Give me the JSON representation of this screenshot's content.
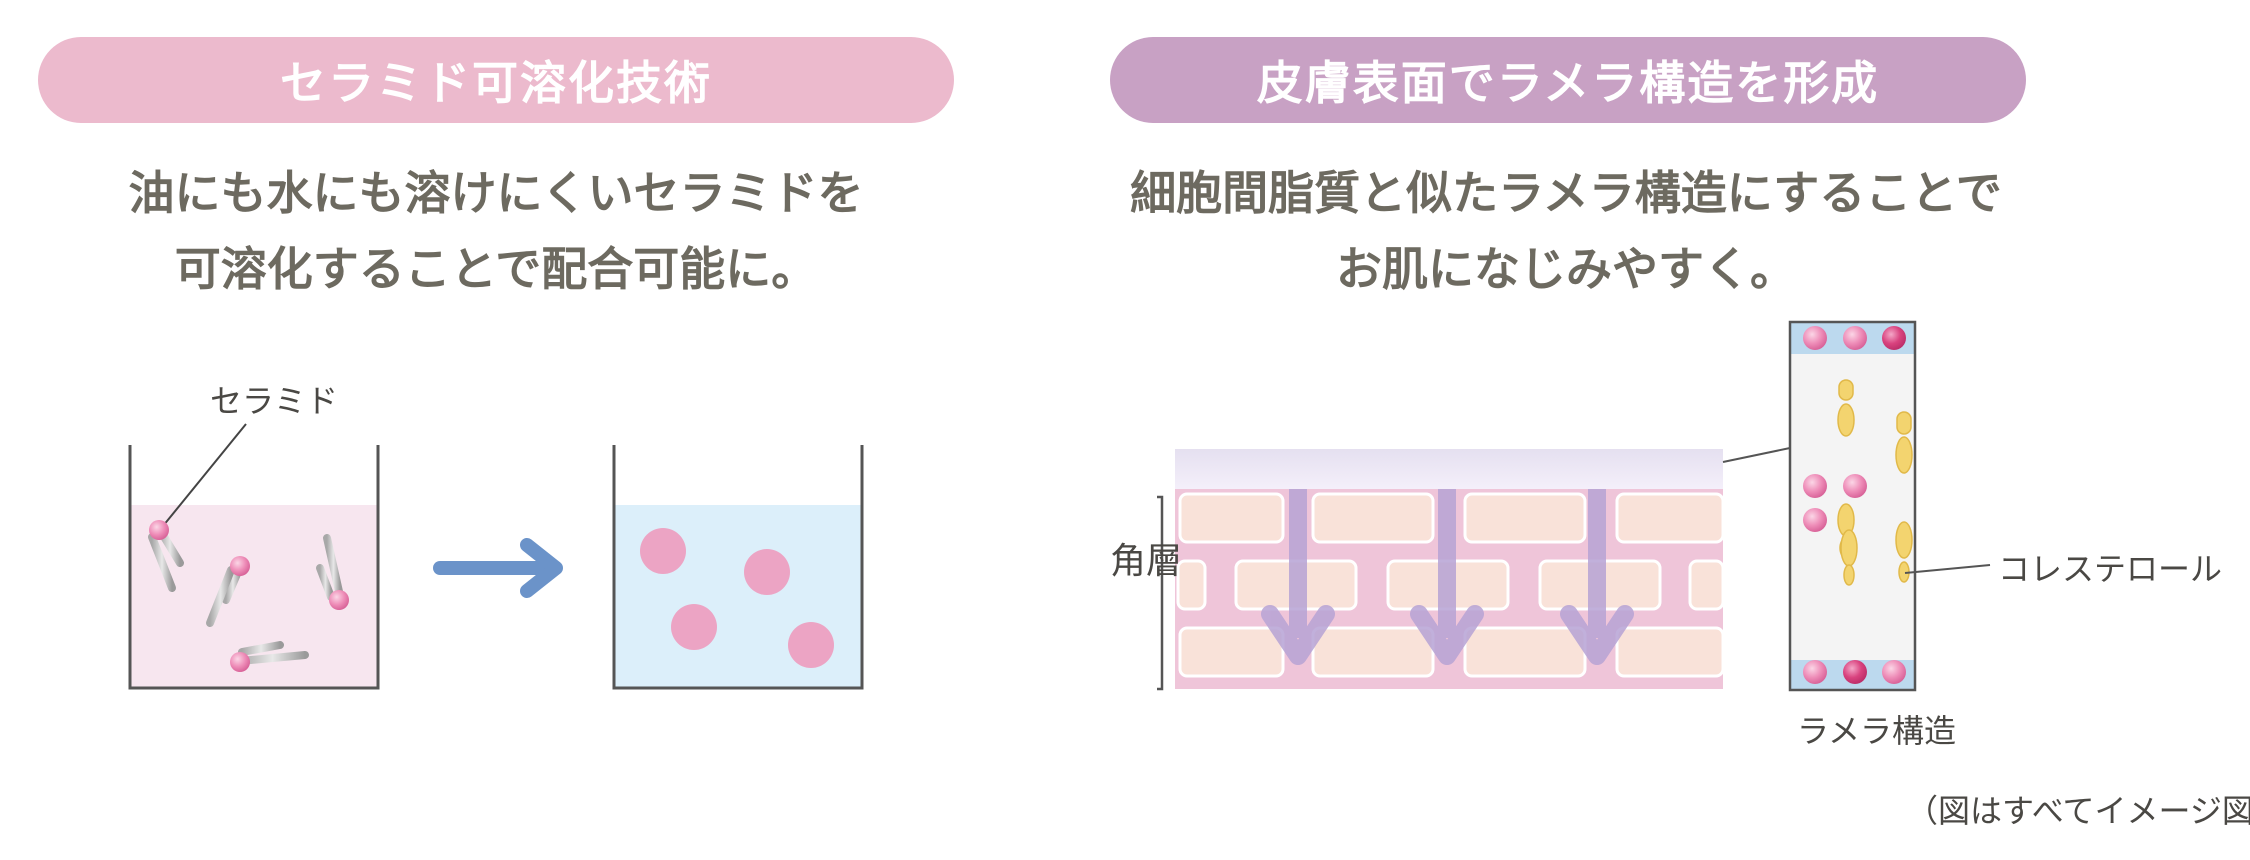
{
  "left": {
    "heading": "セラミド可溶化技術",
    "lead_line1": "油にも水にも溶けにくいセラミドを",
    "lead_line2": "可溶化することで配合可能に。",
    "ceramide_label": "セラミド",
    "colors": {
      "heading_bg": "#ecbacd",
      "before_liquid": "#f7e6ef",
      "after_liquid": "#dceffa",
      "arrow": "#6b93c9"
    }
  },
  "right": {
    "heading": "皮膚表面でラメラ構造を形成",
    "lead_line1": "細胞間脂質と似たラメラ構造にすることで",
    "lead_line2": "お肌になじみやすく。",
    "stratum_label": "角層",
    "cholesterol_label": "コレステロール",
    "lamella_label": "ラメラ構造",
    "colors": {
      "heading_bg": "#c8a1c4",
      "cell": "#f9e2d9",
      "intercellular": "#efc5d9",
      "arrow": "#b7a3d5"
    }
  },
  "note": "（図はすべてイメージ図）"
}
